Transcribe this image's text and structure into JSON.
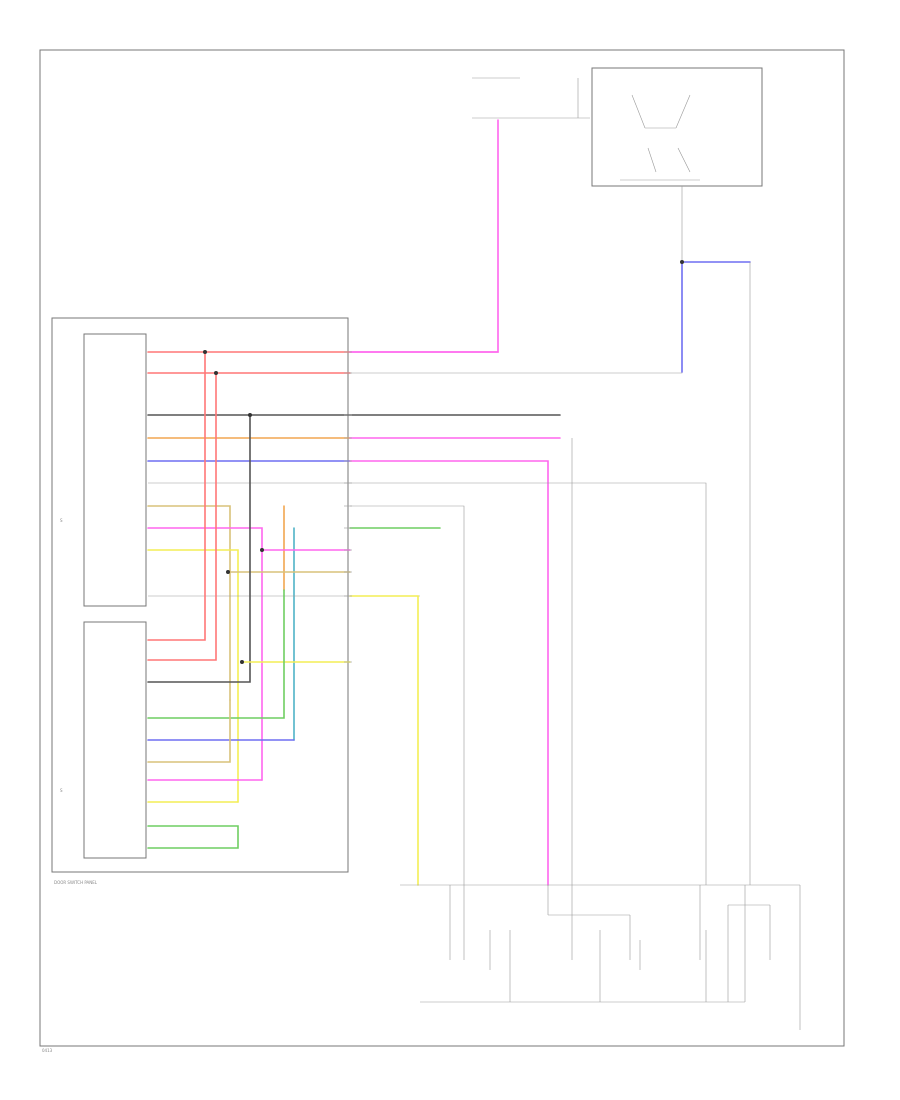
{
  "diagram": {
    "footer_code": "0413",
    "panel_caption": "DOOR SWITCH PANEL",
    "lbl_sw1": "S",
    "lbl_sw2": "S",
    "lbl_sw1_title": "",
    "lbl_sw2_title": ""
  },
  "colors": {
    "red": "#ff7777",
    "orange": "#f2a650",
    "blue": "#6f6ff2",
    "yellow": "#f3ee55",
    "magenta": "#ff66ee",
    "green": "#6fce62",
    "teal": "#4fb3c7",
    "black": "#555555",
    "gray": "#aaaaaa",
    "tan": "#d8c27a"
  },
  "wires": [
    {
      "name": "wire-red",
      "color": "red"
    },
    {
      "name": "wire-orange",
      "color": "orange"
    },
    {
      "name": "wire-blue",
      "color": "blue"
    },
    {
      "name": "wire-yellow",
      "color": "yellow"
    },
    {
      "name": "wire-magenta",
      "color": "magenta"
    },
    {
      "name": "wire-green",
      "color": "green"
    },
    {
      "name": "wire-teal",
      "color": "teal"
    },
    {
      "name": "wire-black",
      "color": "black"
    }
  ]
}
